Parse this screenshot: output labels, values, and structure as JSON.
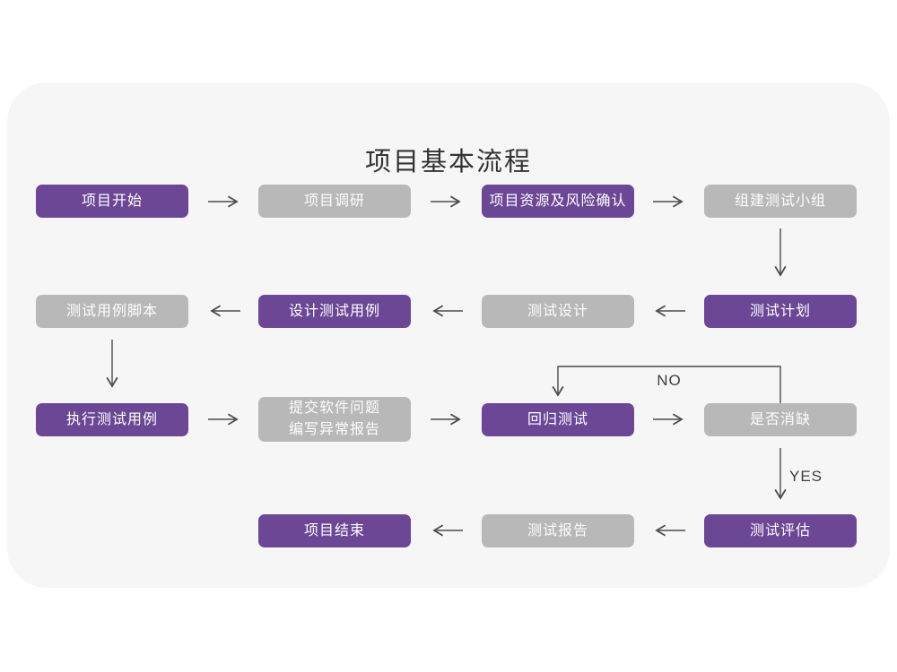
{
  "title": "项目基本流程",
  "colors": {
    "purple": "#6B4796",
    "gray": "#B8B8B8",
    "card_bg": "#F6F6F6",
    "line": "#4C4C4C",
    "page_bg": "#FFFFFF"
  },
  "branch_labels": {
    "no": "NO",
    "yes": "YES"
  },
  "nodes": [
    {
      "id": "project-start",
      "label": "项目开始",
      "variant": "purple"
    },
    {
      "id": "project-research",
      "label": "项目调研",
      "variant": "gray"
    },
    {
      "id": "resource-risk-confirm",
      "label": "项目资源及风险确认",
      "variant": "purple"
    },
    {
      "id": "build-test-team",
      "label": "组建测试小组",
      "variant": "gray"
    },
    {
      "id": "test-plan",
      "label": "测试计划",
      "variant": "purple"
    },
    {
      "id": "test-design",
      "label": "测试设计",
      "variant": "gray"
    },
    {
      "id": "design-test-cases",
      "label": "设计测试用例",
      "variant": "purple"
    },
    {
      "id": "test-case-script",
      "label": "测试用例脚本",
      "variant": "gray"
    },
    {
      "id": "execute-test-cases",
      "label": "执行测试用例",
      "variant": "purple"
    },
    {
      "id": "submit-issue-report",
      "label": "提交软件问题",
      "label2": "编写异常报告",
      "variant": "gray"
    },
    {
      "id": "regression-test",
      "label": "回归测试",
      "variant": "purple"
    },
    {
      "id": "defect-cleared",
      "label": "是否消缺",
      "variant": "gray"
    },
    {
      "id": "test-evaluation",
      "label": "测试评估",
      "variant": "purple"
    },
    {
      "id": "test-report",
      "label": "测试报告",
      "variant": "gray"
    },
    {
      "id": "project-end",
      "label": "项目结束",
      "variant": "purple"
    }
  ],
  "flow": {
    "edges": [
      {
        "from": "项目开始",
        "to": "项目调研"
      },
      {
        "from": "项目调研",
        "to": "项目资源及风险确认"
      },
      {
        "from": "项目资源及风险确认",
        "to": "组建测试小组"
      },
      {
        "from": "组建测试小组",
        "to": "测试计划"
      },
      {
        "from": "测试计划",
        "to": "测试设计"
      },
      {
        "from": "测试设计",
        "to": "设计测试用例"
      },
      {
        "from": "设计测试用例",
        "to": "测试用例脚本"
      },
      {
        "from": "测试用例脚本",
        "to": "执行测试用例"
      },
      {
        "from": "执行测试用例",
        "to": "提交软件问题编写异常报告"
      },
      {
        "from": "提交软件问题编写异常报告",
        "to": "回归测试"
      },
      {
        "from": "回归测试",
        "to": "是否消缺"
      },
      {
        "from": "是否消缺",
        "to": "回归测试",
        "label": "NO"
      },
      {
        "from": "是否消缺",
        "to": "测试评估",
        "label": "YES"
      },
      {
        "from": "测试评估",
        "to": "测试报告"
      },
      {
        "from": "测试报告",
        "to": "项目结束"
      }
    ]
  }
}
